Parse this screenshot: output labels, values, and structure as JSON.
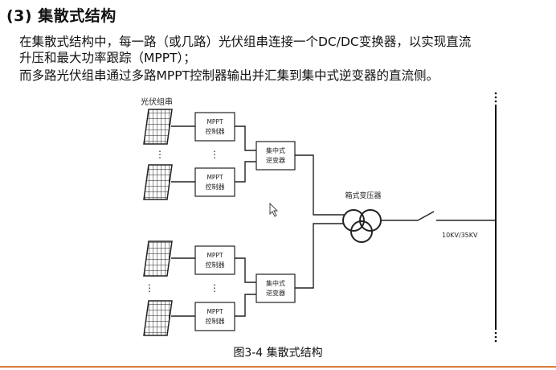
{
  "heading": "(3) 集散式结构",
  "paragraph": {
    "line1": "在集散式结构中，每一路（或几路）光伏组串连接一个DC/DC变换器，以实现直流",
    "line2": "升压和最大功率跟踪（MPPT）；",
    "line3": "而多路光伏组串通过多路MPPT控制器输出并汇集到集中式逆变器的直流侧。"
  },
  "diagram": {
    "pv_string_label": "光伏组串",
    "mppt_line1": "MPPT",
    "mppt_line2": "控制器",
    "inverter_line1": "集中式",
    "inverter_line2": "逆变器",
    "transformer_label": "箱式变压器",
    "grid_label": "10KV/35KV",
    "ellipsis": "⋮",
    "caption": "图3-4 集散式结构"
  },
  "colors": {
    "accent_rule": "#d97a3a",
    "line": "#222222"
  }
}
